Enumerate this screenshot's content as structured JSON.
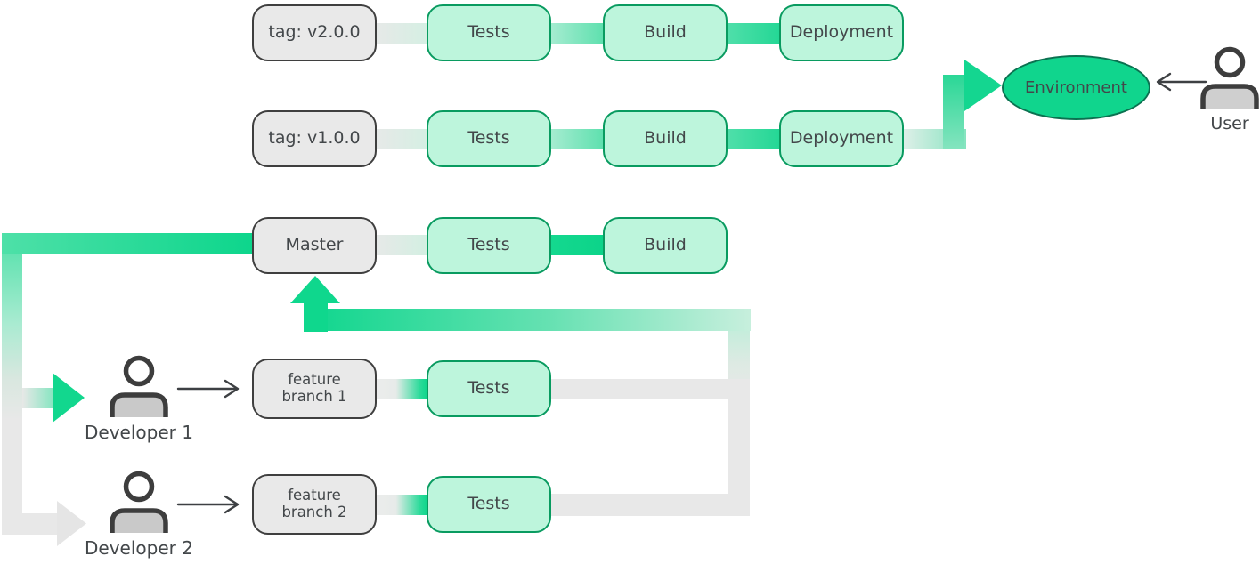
{
  "colors": {
    "accent_green": "#0ed68d",
    "mint_box_fill": "#bdf5dc",
    "green_box_border": "#099b60",
    "gray_box_fill": "#e9e9e9",
    "gray_box_border": "#3f3f3f",
    "gray_band": "#e8e8e8",
    "environment_fill": "#10d58d",
    "environment_border": "#0b7150",
    "text": "#43474a"
  },
  "pipelines": {
    "v2": {
      "tag": "tag: v2.0.0",
      "tests": "Tests",
      "build": "Build",
      "deployment": "Deployment"
    },
    "v1": {
      "tag": "tag: v1.0.0",
      "tests": "Tests",
      "build": "Build",
      "deployment": "Deployment"
    },
    "master": {
      "branch": "Master",
      "tests": "Tests",
      "build": "Build"
    },
    "feature_1": {
      "branch": "feature branch 1",
      "tests": "Tests"
    },
    "feature_2": {
      "branch": "feature branch 2",
      "tests": "Tests"
    }
  },
  "actors": {
    "developer_1": {
      "label": "Developer 1",
      "icon": "person-icon"
    },
    "developer_2": {
      "label": "Developer 2",
      "icon": "person-icon"
    },
    "user": {
      "label": "User",
      "icon": "person-icon"
    }
  },
  "environment": {
    "label": "Environment"
  }
}
